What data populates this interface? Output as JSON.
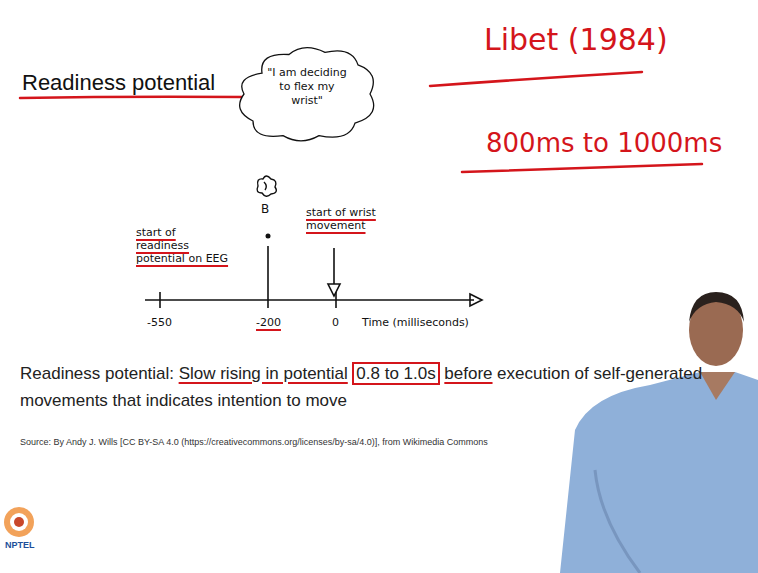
{
  "diagram": {
    "title": "Readiness potential",
    "nodes": [
      {
        "text": [
          "\"I am deciding to flex my wrist\""
        ]
      }
    ],
    "labels": [
      "Libet (1984)",
      "800ms to 1000ms",
      "start of readiness potential on EEG",
      "B",
      "start of wrist movement",
      "-550",
      "-200",
      "0",
      "Time (milliseconds)",
      "Readiness potential:",
      "Slow rising in potential",
      "0.8 to 1.0s",
      "before",
      "execution of self-generated movements that indicates intention to move",
      "Source: By Andy J. Wills [CC BY-SA 4.0 (https://creativecommons.org/licenses/by-sa/4.0)], from Wikimedia Commons",
      "NPTEL"
    ]
  }
}
